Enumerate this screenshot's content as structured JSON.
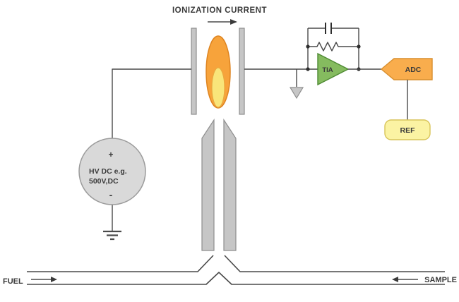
{
  "title": "IONIZATION CURRENT",
  "source": {
    "plus": "+",
    "line1": "HV DC e.g.",
    "line2": "500V,DC",
    "minus": "-"
  },
  "amplifier": {
    "label": "TIA"
  },
  "adc": {
    "label": "ADC"
  },
  "ref": {
    "label": "REF"
  },
  "flows": {
    "fuel": "FUEL",
    "sample": "SAMPLE"
  },
  "colors": {
    "electrode_fill": "#c6c6c6",
    "electrode_stroke": "#8e8e8e",
    "flame_outer_fill": "#f7a33b",
    "flame_outer_stroke": "#de8420",
    "flame_inner_fill": "#f9e57a",
    "flame_inner_stroke": "#eaa93f",
    "source_fill": "#d9d9d9",
    "source_stroke": "#9b9b9b",
    "tia_fill": "#85bb5f",
    "tia_stroke": "#4e8a33",
    "adc_fill": "#f9ad4d",
    "adc_stroke": "#d88f2e",
    "ref_fill": "#fbf3a3",
    "ref_stroke": "#d8c45a"
  }
}
